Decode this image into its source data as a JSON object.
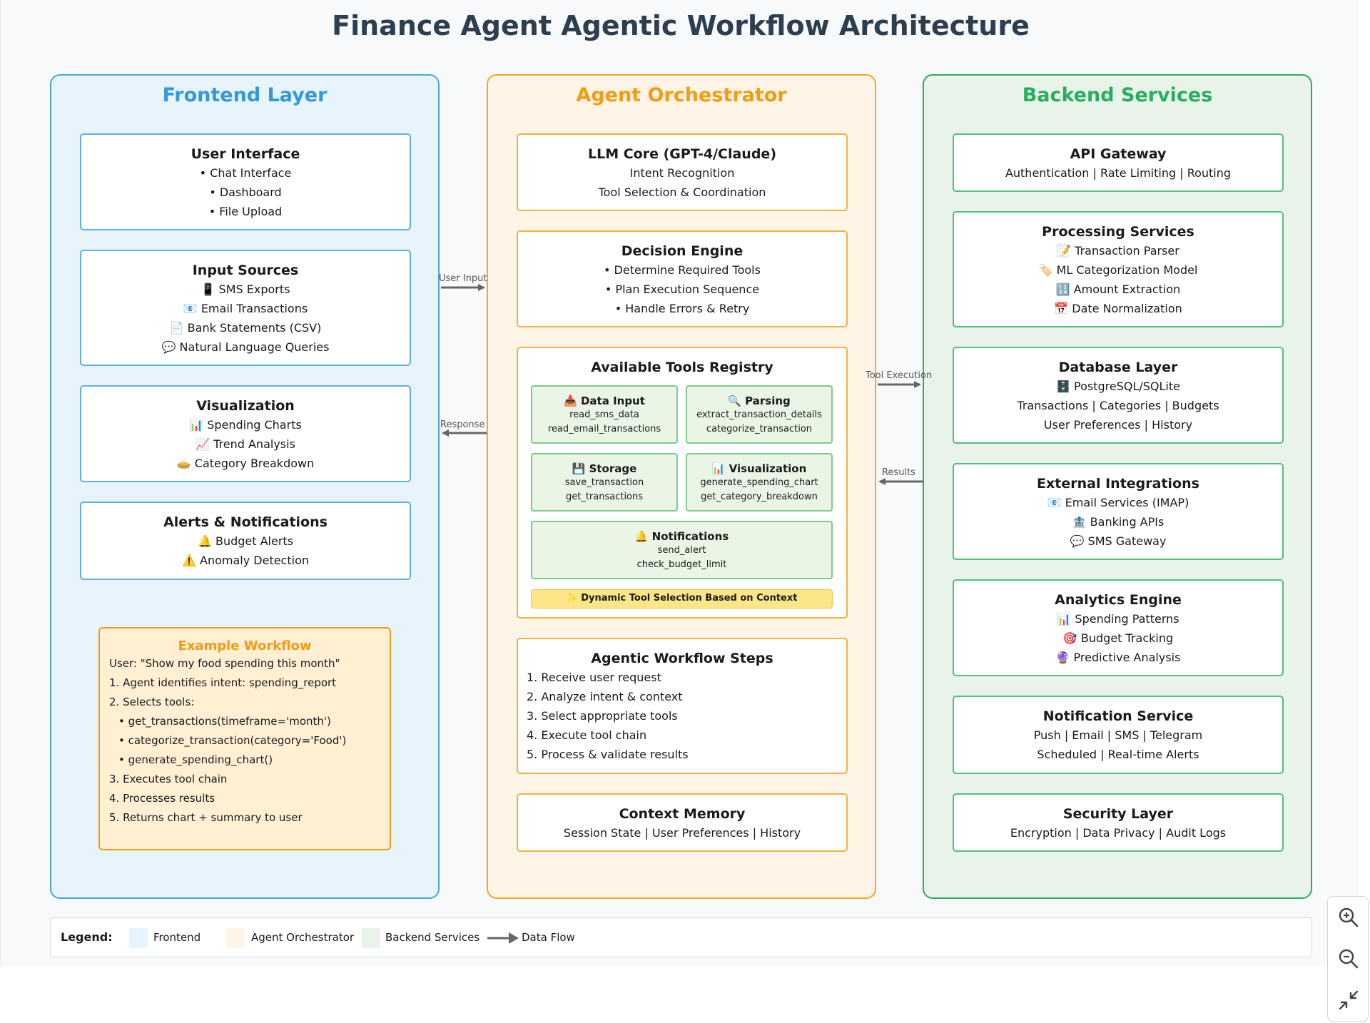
{
  "title": "Finance Agent Agentic Workflow Architecture",
  "frontend": {
    "title": "Frontend Layer",
    "boxes": [
      {
        "title": "User Interface",
        "lines": [
          "• Chat Interface",
          "• Dashboard",
          "• File Upload"
        ]
      },
      {
        "title": "Input Sources",
        "lines": [
          "📱 SMS Exports",
          "📧 Email Transactions",
          "📄 Bank Statements (CSV)",
          "💬 Natural Language Queries"
        ]
      },
      {
        "title": "Visualization",
        "lines": [
          "📊 Spending Charts",
          "📈 Trend Analysis",
          "🥧 Category Breakdown"
        ]
      },
      {
        "title": "Alerts & Notifications",
        "lines": [
          "🔔 Budget Alerts",
          "⚠️ Anomaly Detection"
        ]
      }
    ],
    "example": {
      "title": "Example Workflow",
      "lines": [
        "User: \"Show my food spending this month\"",
        "1. Agent identifies intent: spending_report",
        "2. Selects tools:",
        "• get_transactions(timeframe='month')",
        "• categorize_transaction(category='Food')",
        "• generate_spending_chart()",
        "3. Executes tool chain",
        "4. Processes results",
        "5. Returns chart + summary to user"
      ]
    }
  },
  "agent": {
    "title": "Agent Orchestrator",
    "boxes": [
      {
        "title": "LLM Core (GPT-4/Claude)",
        "lines": [
          "Intent Recognition",
          "Tool Selection & Coordination"
        ]
      },
      {
        "title": "Decision Engine",
        "lines": [
          "• Determine Required Tools",
          "• Plan Execution Sequence",
          "• Handle Errors & Retry"
        ]
      }
    ],
    "registry": {
      "title": "Available Tools Registry",
      "tools": [
        {
          "title": "📥 Data Input",
          "lines": [
            "read_sms_data",
            "read_email_transactions"
          ]
        },
        {
          "title": "🔍 Parsing",
          "lines": [
            "extract_transaction_details",
            "categorize_transaction"
          ]
        },
        {
          "title": "💾 Storage",
          "lines": [
            "save_transaction",
            "get_transactions"
          ]
        },
        {
          "title": "📊 Visualization",
          "lines": [
            "generate_spending_chart",
            "get_category_breakdown"
          ]
        },
        {
          "title": "🔔 Notifications",
          "lines": [
            "send_alert",
            "check_budget_limit"
          ]
        }
      ],
      "dynamic": "✨ Dynamic Tool Selection Based on Context"
    },
    "steps": {
      "title": "Agentic Workflow Steps",
      "lines": [
        "1. Receive user request",
        "2. Analyze intent & context",
        "3. Select appropriate tools",
        "4. Execute tool chain",
        "5. Process & validate results"
      ]
    },
    "memory": {
      "title": "Context Memory",
      "lines": [
        "Session State | User Preferences | History"
      ]
    }
  },
  "backend": {
    "title": "Backend Services",
    "boxes": [
      {
        "title": "API Gateway",
        "lines": [
          "Authentication | Rate Limiting | Routing"
        ]
      },
      {
        "title": "Processing Services",
        "lines": [
          "📝 Transaction Parser",
          "🏷️ ML Categorization Model",
          "🔢 Amount Extraction",
          "📅 Date Normalization"
        ]
      },
      {
        "title": "Database Layer",
        "lines": [
          "🗄️ PostgreSQL/SQLite",
          "Transactions | Categories | Budgets",
          "User Preferences | History"
        ]
      },
      {
        "title": "External Integrations",
        "lines": [
          "📧 Email Services (IMAP)",
          "🏦 Banking APIs",
          "💬 SMS Gateway"
        ]
      },
      {
        "title": "Analytics Engine",
        "lines": [
          "📊 Spending Patterns",
          "🎯 Budget Tracking",
          "🔮 Predictive Analysis"
        ]
      },
      {
        "title": "Notification Service",
        "lines": [
          "Push | Email | SMS | Telegram",
          "Scheduled | Real-time Alerts"
        ]
      },
      {
        "title": "Security Layer",
        "lines": [
          "Encryption | Data Privacy | Audit Logs"
        ]
      }
    ]
  },
  "arrows": {
    "user_input": "User Input",
    "response": "Response",
    "tool_execution": "Tool Execution",
    "results": "Results"
  },
  "legend": {
    "label": "Legend:",
    "items": [
      {
        "label": "Frontend",
        "color": "#e8f4fc"
      },
      {
        "label": "Agent Orchestrator",
        "color": "#fef5e7"
      },
      {
        "label": "Backend Services",
        "color": "#eaf3ea"
      },
      {
        "label": "Data Flow"
      }
    ]
  },
  "zoom_controls": [
    "zoom-in-icon",
    "zoom-out-icon",
    "fit-view-icon"
  ]
}
